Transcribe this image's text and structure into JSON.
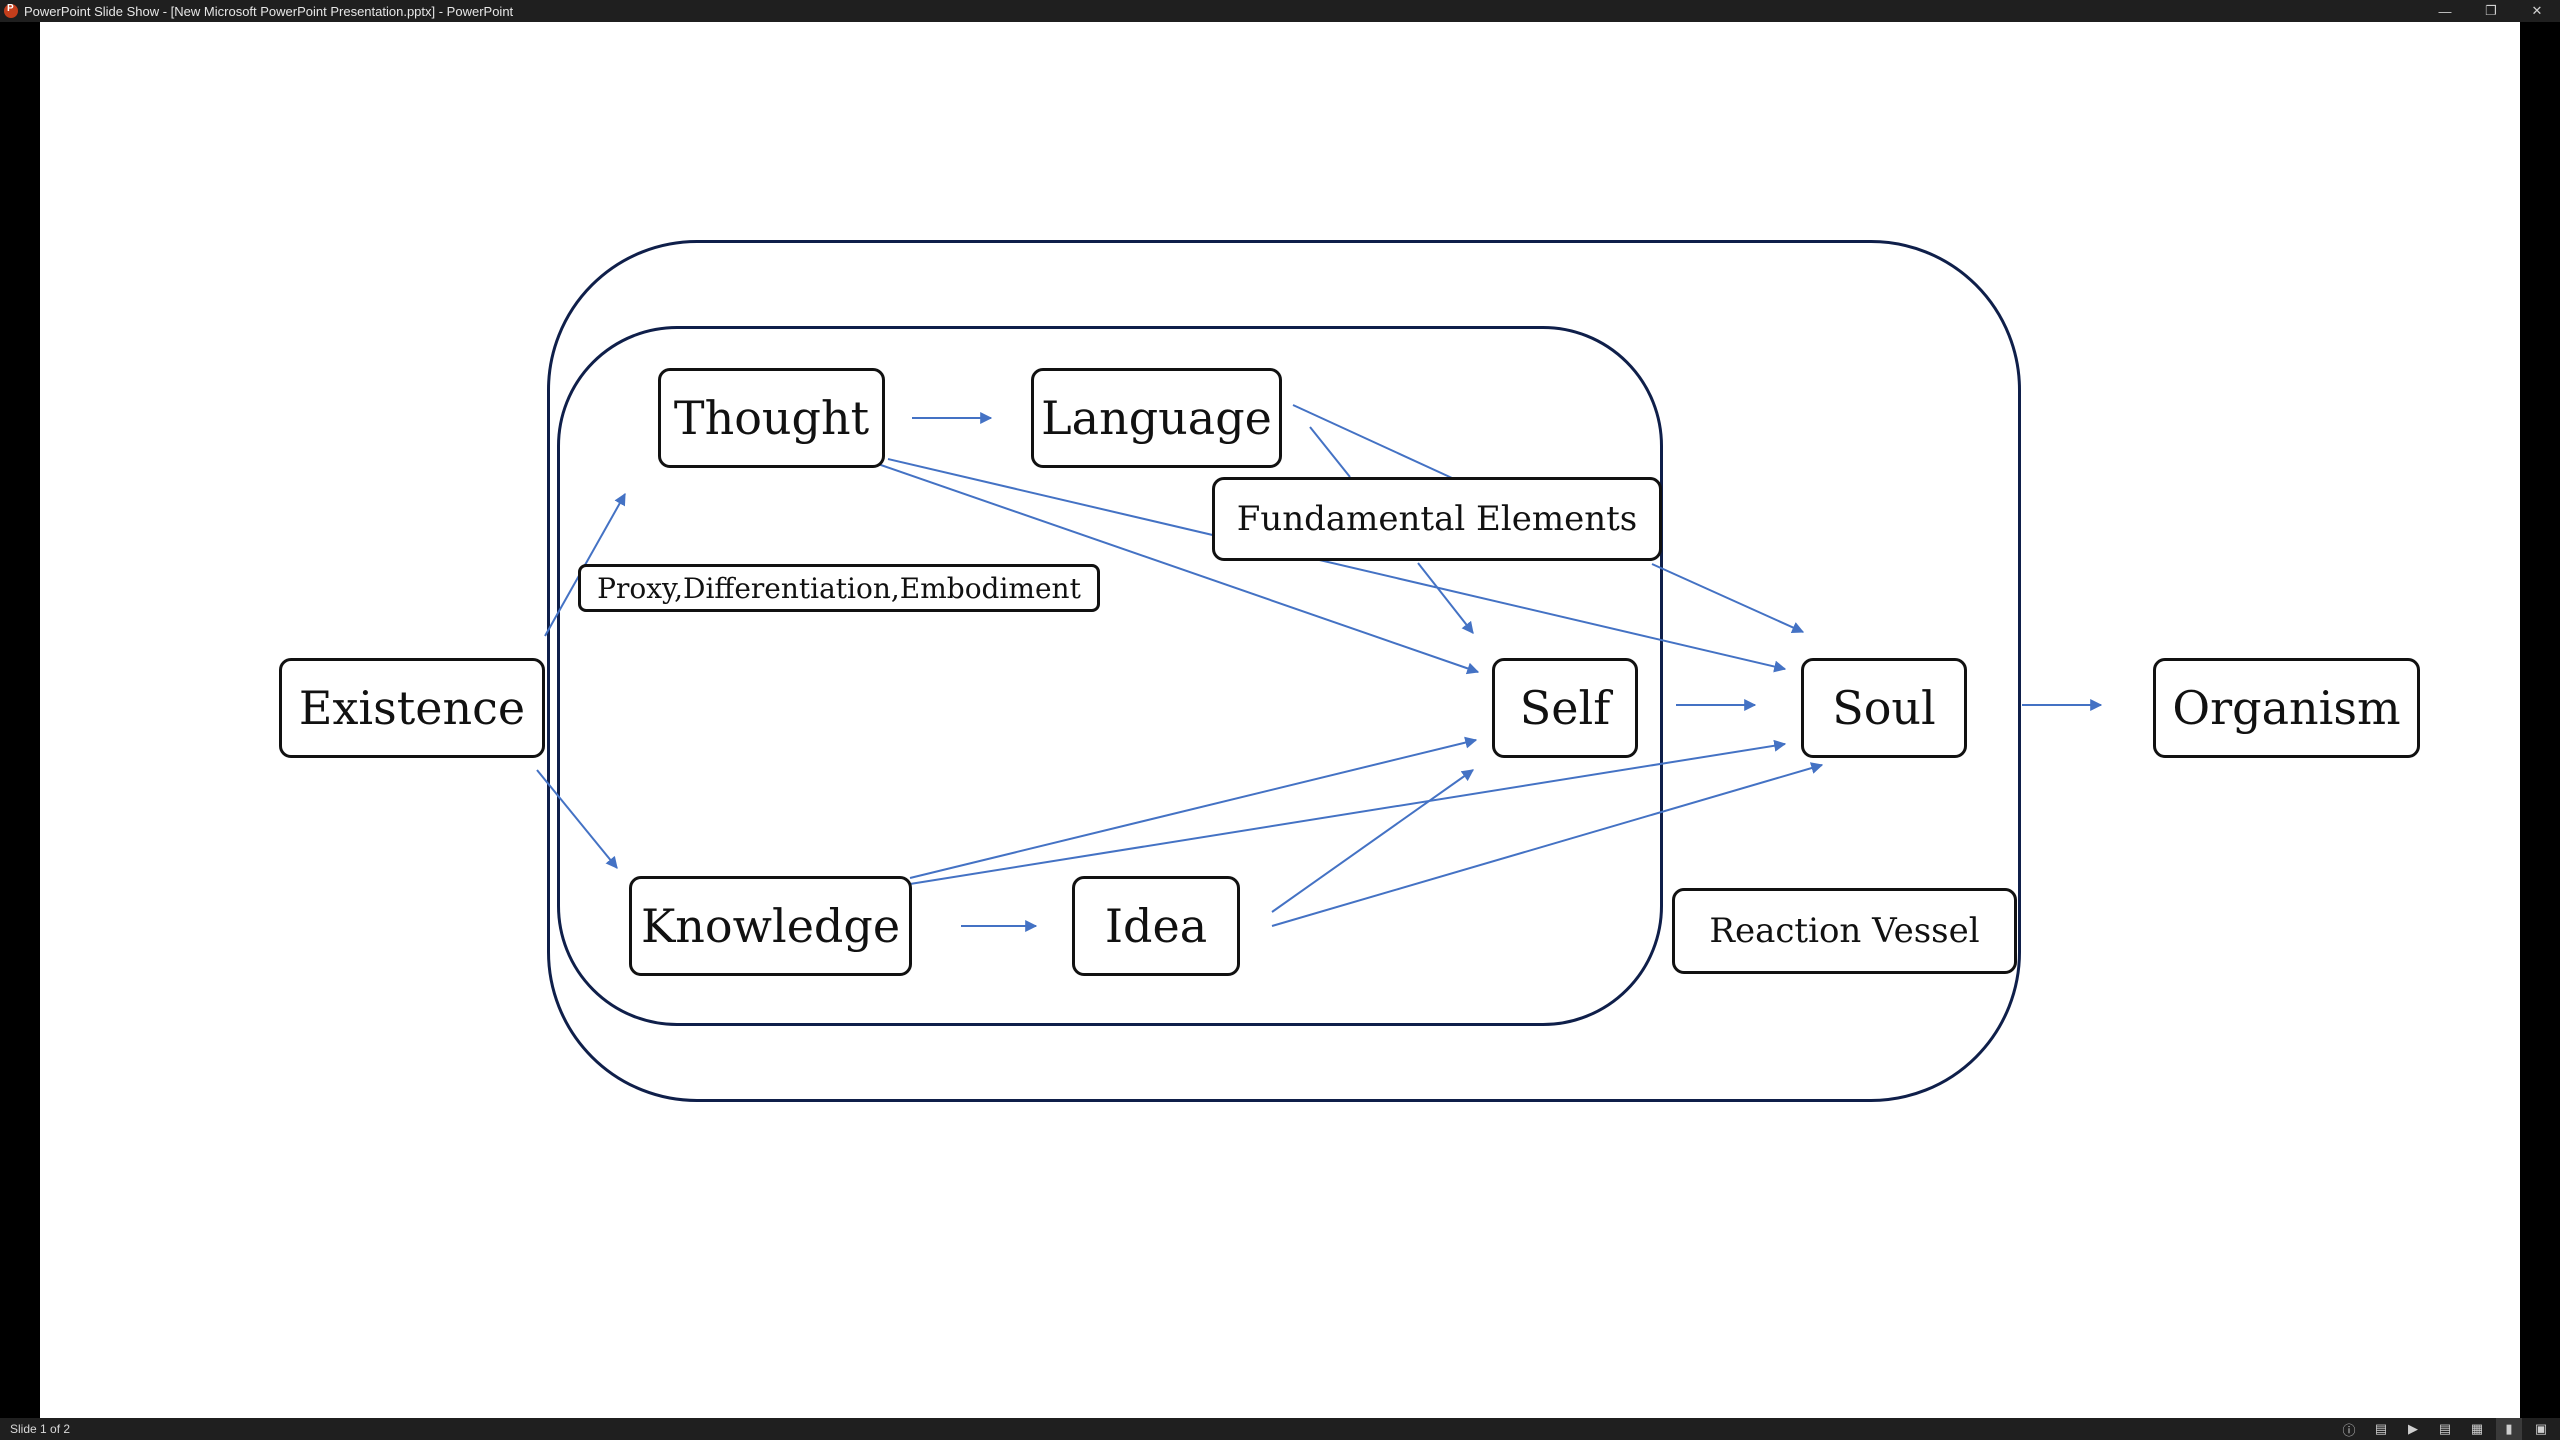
{
  "window": {
    "title": "PowerPoint Slide Show - [New Microsoft PowerPoint Presentation.pptx] - PowerPoint",
    "controls": {
      "minimize": "—",
      "restore": "❐",
      "close": "✕"
    }
  },
  "slide": {
    "nodes": {
      "existence": "Existence",
      "thought": "Thought",
      "language": "Language",
      "fundamental_elements": "Fundamental Elements",
      "proxy": "Proxy,Differentiation,Embodiment",
      "knowledge": "Knowledge",
      "idea": "Idea",
      "self": "Self",
      "soul": "Soul",
      "organism": "Organism",
      "reaction_vessel": "Reaction Vessel"
    },
    "colors": {
      "arrow": "#4472C4",
      "container_border": "#0F1F4A",
      "node_border": "#111111"
    }
  },
  "statusbar": {
    "slide_indicator": "Slide 1 of 2",
    "icons": [
      "accessibility-icon",
      "notes-icon",
      "presenter-view-icon",
      "normal-view-icon",
      "slide-sorter-icon",
      "reading-view-icon",
      "slideshow-icon"
    ]
  }
}
